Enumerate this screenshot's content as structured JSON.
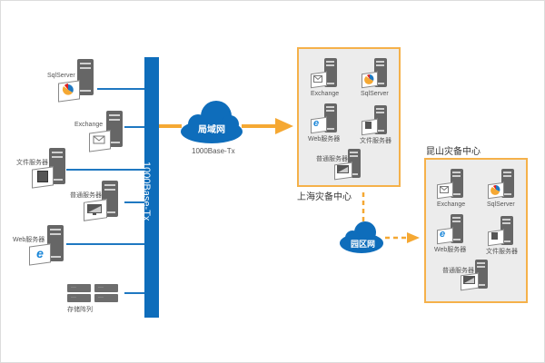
{
  "diagram": {
    "backbone": {
      "label": "1000Base-Tx",
      "color": "#0e6dbb"
    },
    "lan_cloud": {
      "label": "局域网",
      "sublabel": "1000Base-Tx",
      "color": "#0e6dbb"
    },
    "campus_cloud": {
      "label": "园区网",
      "color": "#0e6dbb"
    },
    "arrow_color": "#f5a833",
    "left_servers": [
      {
        "name": "SqlServer",
        "icon": "pie-chart-icon"
      },
      {
        "name": "Exchange",
        "icon": "mail-icon"
      },
      {
        "name": "文件服务器",
        "icon": "file-icon"
      },
      {
        "name": "普通服务器",
        "icon": "monitor-icon"
      },
      {
        "name": "Web服务器",
        "icon": "ie-icon"
      }
    ],
    "storage": {
      "name": "存储阵列",
      "disk_label": "···"
    },
    "sites": [
      {
        "title": "上海灾备中心",
        "servers": [
          {
            "name": "Exchange",
            "icon": "mail-icon"
          },
          {
            "name": "SqlServer",
            "icon": "pie-chart-icon"
          },
          {
            "name": "Web服务器",
            "icon": "ie-icon"
          },
          {
            "name": "文件服务器",
            "icon": "file-icon"
          },
          {
            "name": "普通服务器",
            "icon": "monitor-icon"
          }
        ]
      },
      {
        "title": "昆山灾备中心",
        "servers": [
          {
            "name": "Exchange",
            "icon": "mail-icon"
          },
          {
            "name": "SqlServer",
            "icon": "pie-chart-icon"
          },
          {
            "name": "Web服务器",
            "icon": "ie-icon"
          },
          {
            "name": "文件服务器",
            "icon": "file-icon"
          },
          {
            "name": "普通服务器",
            "icon": "monitor-icon"
          }
        ]
      }
    ]
  }
}
